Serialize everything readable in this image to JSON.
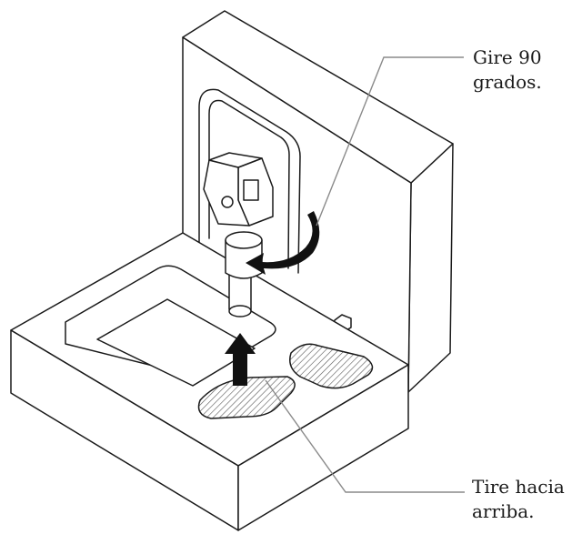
{
  "callouts": {
    "rotate": {
      "line1": "Gire 90",
      "line2": "grados."
    },
    "pull": {
      "line1": "Tire hacia",
      "line2": "arriba."
    }
  },
  "colors": {
    "stroke": "#1a1a1a",
    "fill": "#ffffff",
    "hatch": "#555555",
    "leader": "#8a8a8a",
    "arrow": "#111111"
  },
  "icons": {
    "rotate": "curved-arrow-icon",
    "pull": "up-arrow-icon"
  }
}
